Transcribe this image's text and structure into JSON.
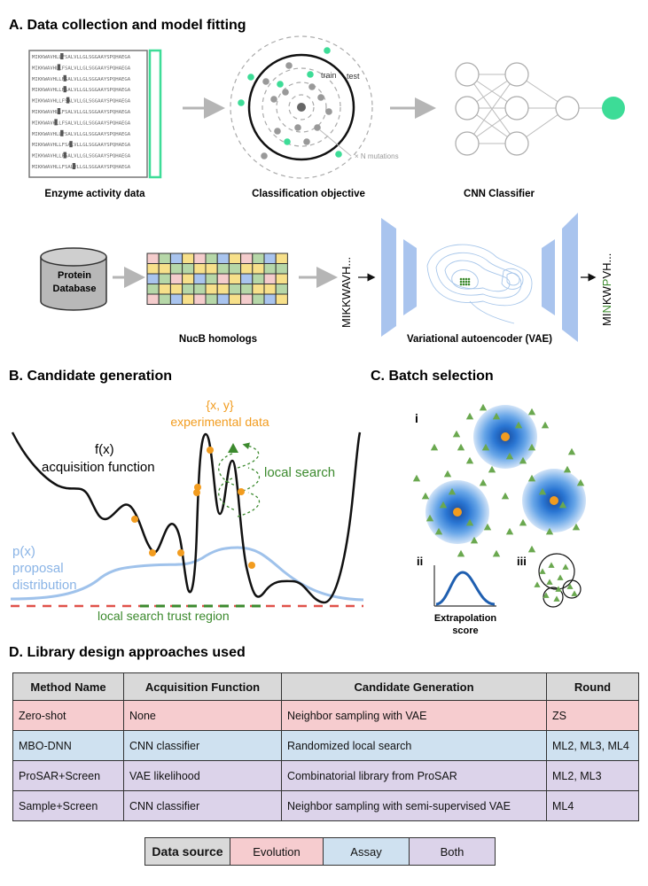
{
  "panel_a": {
    "title": "A. Data collection and model fitting",
    "enzyme_label": "Enzyme activity data",
    "classification_label": "Classification objective",
    "cnn_label": "CNN Classifier",
    "train_label": "train",
    "test_label": "test",
    "mutations_label": "× N mutations",
    "protein_db_line1": "Protein",
    "protein_db_line2": "Database",
    "homologs_label": "NucB homologs",
    "vae_label": "Variational autoencoder (VAE)",
    "input_seq": "MIKKWAVH...",
    "output_seq_parts": [
      "MI",
      "N",
      "KW",
      "P",
      "VH..."
    ],
    "sequences": [
      "MIKKWAVHLLFSALVLLGLSGGAAYSPQHAEGA",
      "MIKKWAVHLLFSALVLLGLSGGAAYSPQHAEGA",
      "MIKKWAVHLLFSALVLLGLSGGAAYSPQHAEGA",
      "MIKKWAVHLLFSALVLLGLSGGAAYSPQHAEGA",
      "MIKKWAVHLLFSALVLLGLSGGAAYSPQHAEGA",
      "MIKKWAVHLLFSALVLLGLSGGAAYSPQHAEGA",
      "MIKKWAVHLLFSALVLLGLSGGAAYSPQHAEGA",
      "MIKKWAVHLLFSALVLLGLSGGAAYSPQHAEGA",
      "MIKKWAVHLLFSALVLLGLSGGAAYSPQHAEGA",
      "MIKKWAVHLLFSALVLLGLSGGAAYSPQHAEGA",
      "MIKKWAVHLLFSALVLLGLSGGAAYSPQHAEGA"
    ],
    "colors": {
      "green": "#3ddc97",
      "gray": "#b5b5b5",
      "blue": "#a9c4ee"
    }
  },
  "panel_b": {
    "title": "B. Candidate generation",
    "data_label_1": "{x, y}",
    "data_label_2": "experimental data",
    "fx_label_1": "f(x)",
    "fx_label_2": "acquisition function",
    "local_search_label": "local search",
    "px_label_1": "p(x)",
    "px_label_2": "proposal",
    "px_label_3": "distribution",
    "trust_region_label": "local search trust region",
    "colors": {
      "orange": "#f29c1f",
      "green": "#3c8a2e",
      "blue": "#9fc2eb",
      "red": "#e0524a"
    }
  },
  "panel_c": {
    "title": "C. Batch selection",
    "label_i": "i",
    "label_ii": "ii",
    "label_iii": "iii",
    "extrapolation_1": "Extrapolation",
    "extrapolation_2": "score"
  },
  "panel_d": {
    "title": "D. Library design approaches used",
    "headers": [
      "Method Name",
      "Acquisition Function",
      "Candidate Generation",
      "Round"
    ],
    "rows": [
      {
        "method": "Zero-shot",
        "acquisition": "None",
        "generation": "Neighbor sampling with VAE",
        "round": "ZS"
      },
      {
        "method": "MBO-DNN",
        "acquisition": "CNN classifier",
        "generation": "Randomized local search",
        "round": "ML2, ML3, ML4"
      },
      {
        "method": "ProSAR+Screen",
        "acquisition": "VAE likelihood",
        "generation": "Combinatorial library from ProSAR",
        "round": "ML2, ML3"
      },
      {
        "method": "Sample+Screen",
        "acquisition": "CNN classifier",
        "generation": "Neighbor sampling with semi-supervised VAE",
        "round": "ML4"
      }
    ],
    "legend": {
      "title": "Data source",
      "evolution": "Evolution",
      "assay": "Assay",
      "both": "Both"
    },
    "colors": {
      "evolution": "#f6cccf",
      "assay": "#cfe1f0",
      "both": "#dcd3ea",
      "header": "#d9d9d9"
    }
  }
}
